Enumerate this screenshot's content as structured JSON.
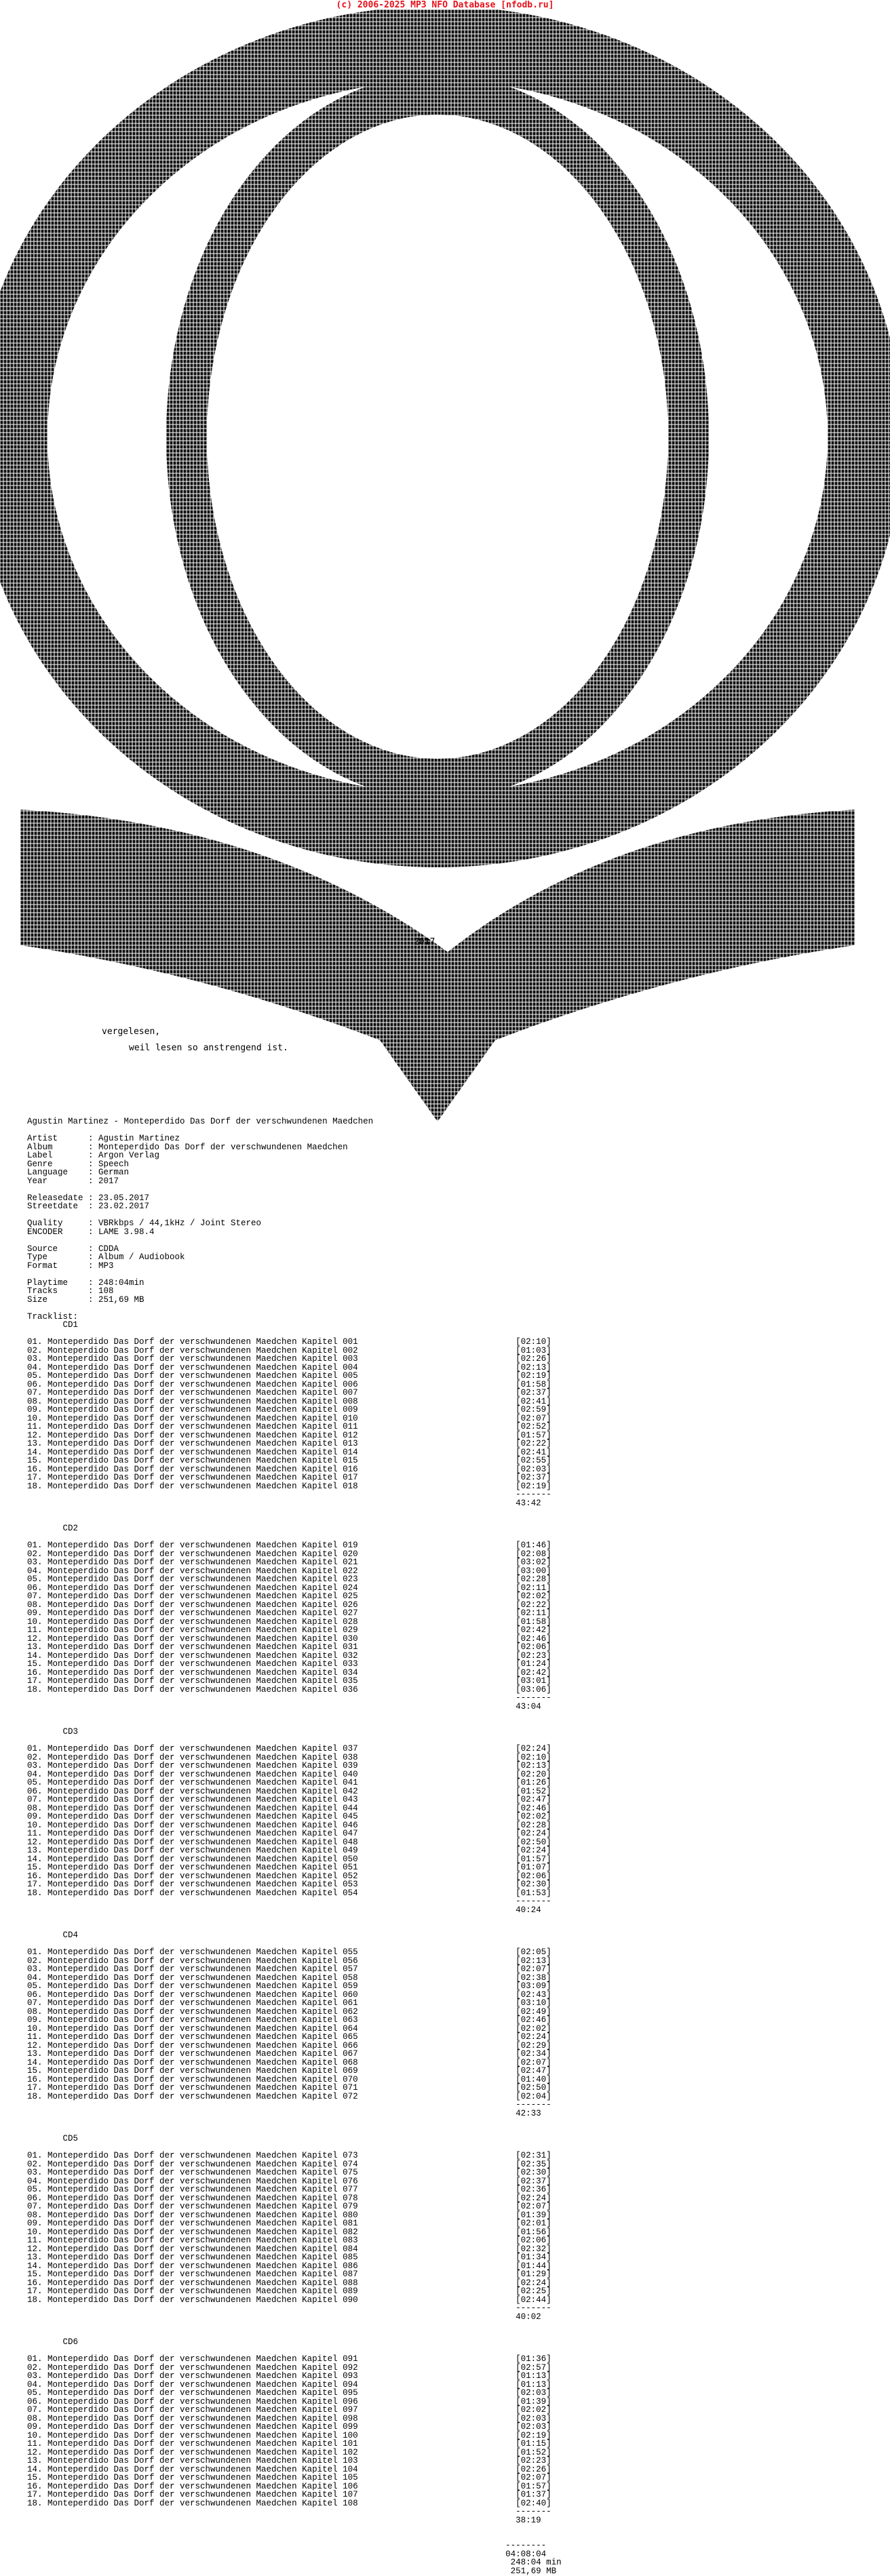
{
  "copyright": "(c) 2006-2025 MP3 NFO Database [nfodb.ru]",
  "year_in_art": "2017",
  "art_text_1": "vergelesen,",
  "art_text_2": "weil lesen so anstrengend ist.",
  "title_line": "Agustin Martinez - Monteperdido Das Dorf der verschwundenen Maedchen",
  "info": [
    {
      "label": "Artist",
      "value": "Agustin Martinez"
    },
    {
      "label": "Album",
      "value": "Monteperdido Das Dorf der verschwundenen Maedchen"
    },
    {
      "label": "Label",
      "value": "Argon Verlag"
    },
    {
      "label": "Genre",
      "value": "Speech"
    },
    {
      "label": "Language",
      "value": "German"
    },
    {
      "label": "Year",
      "value": "2017"
    },
    {
      "label": "",
      "value": ""
    },
    {
      "label": "Releasedate",
      "value": "23.05.2017"
    },
    {
      "label": "Streetdate",
      "value": "23.02.2017"
    },
    {
      "label": "",
      "value": ""
    },
    {
      "label": "Quality",
      "value": "VBRkbps / 44,1kHz / Joint Stereo"
    },
    {
      "label": "ENCODER",
      "value": "LAME 3.98.4"
    },
    {
      "label": "",
      "value": ""
    },
    {
      "label": "Source",
      "value": "CDDA"
    },
    {
      "label": "Type",
      "value": "Album / Audiobook"
    },
    {
      "label": "Format",
      "value": "MP3"
    },
    {
      "label": "",
      "value": ""
    },
    {
      "label": "Playtime",
      "value": "248:04min"
    },
    {
      "label": "Tracks",
      "value": "108"
    },
    {
      "label": "Size",
      "value": "251,69 MB"
    }
  ],
  "tracklist_label": "Tracklist:",
  "track_prefix": "Monteperdido Das Dorf der verschwundenen Maedchen Kapitel",
  "separator": "-------",
  "cds": [
    {
      "label": "CD1",
      "total": "43:42",
      "durations": [
        "02:10",
        "01:03",
        "02:26",
        "02:13",
        "02:19",
        "01:58",
        "02:37",
        "02:41",
        "02:59",
        "02:07",
        "02:52",
        "01:57",
        "02:22",
        "02:41",
        "02:55",
        "02:03",
        "02:37",
        "02:19"
      ]
    },
    {
      "label": "CD2",
      "total": "43:04",
      "durations": [
        "01:46",
        "02:08",
        "03:02",
        "03:00",
        "02:28",
        "02:11",
        "02:02",
        "02:22",
        "02:11",
        "01:58",
        "02:42",
        "02:46",
        "02:06",
        "02:23",
        "01:24",
        "02:42",
        "03:01",
        "03:06"
      ]
    },
    {
      "label": "CD3",
      "total": "40:24",
      "durations": [
        "02:24",
        "02:10",
        "02:13",
        "02:20",
        "01:26",
        "01:52",
        "02:47",
        "02:46",
        "02:02",
        "02:28",
        "02:24",
        "02:50",
        "02:24",
        "01:57",
        "01:07",
        "02:06",
        "02:30",
        "01:53"
      ]
    },
    {
      "label": "CD4",
      "total": "42:33",
      "durations": [
        "02:05",
        "02:13",
        "02:07",
        "02:38",
        "03:09",
        "02:43",
        "03:10",
        "02:49",
        "02:46",
        "02:02",
        "02:24",
        "02:29",
        "02:34",
        "02:07",
        "02:47",
        "01:40",
        "02:50",
        "02:04"
      ]
    },
    {
      "label": "CD5",
      "total": "40:02",
      "durations": [
        "02:31",
        "02:35",
        "02:30",
        "02:37",
        "02:36",
        "02:24",
        "02:07",
        "01:39",
        "02:01",
        "01:56",
        "02:06",
        "02:32",
        "01:34",
        "01:44",
        "01:29",
        "02:24",
        "02:25",
        "02:44"
      ]
    },
    {
      "label": "CD6",
      "total": "38:19",
      "durations": [
        "01:36",
        "02:57",
        "01:13",
        "01:13",
        "02:03",
        "01:39",
        "02:02",
        "02:03",
        "02:03",
        "02:19",
        "01:15",
        "01:52",
        "02:23",
        "02:26",
        "02:07",
        "01:57",
        "01:37",
        "02:40"
      ]
    }
  ],
  "grand_separator": "--------",
  "grand_total_time": "04:08:04",
  "grand_total_min": "248:04 min",
  "grand_total_size": "251,69 MB"
}
